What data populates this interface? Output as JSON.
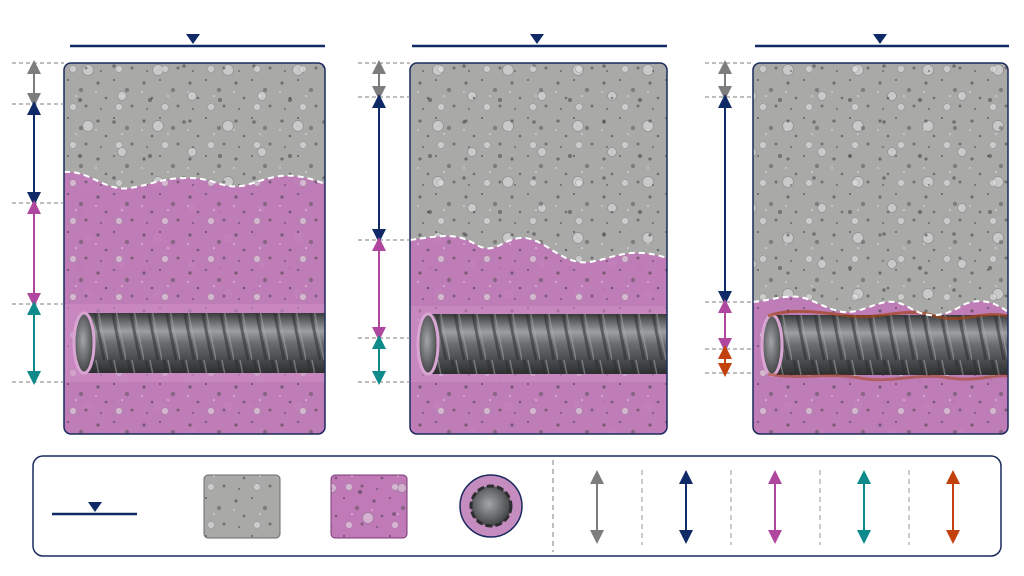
{
  "colors": {
    "surface_line": "#0f2a66",
    "concrete": "#a9aaa8",
    "carbonated_zone": "#c07ab8",
    "rebar": "#5e6062",
    "frame": "#1b2a5e",
    "dim_cover": "#7d7d7d",
    "dim_carbonation_depth": "#0f2a66",
    "dim_remaining": "#b0479e",
    "dim_bar_zone": "#0f8a8a",
    "dim_corrosion": "#c2410c"
  },
  "icons": {
    "surface_marker": "down-triangle-icon",
    "rebar_section": "rebar-cross-section-icon"
  },
  "panels": [
    {
      "name": "panel-1",
      "carbonation_front": "above-rebar",
      "corrosion": false
    },
    {
      "name": "panel-2",
      "carbonation_front": "above-rebar",
      "corrosion": false
    },
    {
      "name": "panel-3",
      "carbonation_front": "at-rebar",
      "corrosion": true
    }
  ],
  "legend": {
    "items": [
      "surface-line",
      "concrete-swatch",
      "carbonated-swatch",
      "rebar-section",
      "cover-arrow",
      "carbonation-arrow",
      "remaining-arrow",
      "bar-zone-arrow",
      "corrosion-arrow"
    ]
  }
}
